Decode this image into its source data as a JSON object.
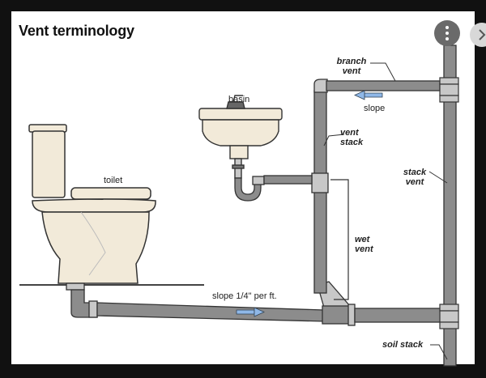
{
  "title": "Vent terminology",
  "labels": {
    "branch_vent": "branch vent",
    "slope": "slope",
    "basin": "basin",
    "vent_stack": "vent stack",
    "stack_vent": "stack vent",
    "toilet": "toilet",
    "wet_vent": "wet vent",
    "slope_per_ft": "slope 1/4\" per ft.",
    "soil_stack": "soil stack"
  },
  "icons": {
    "menu": "more-vertical-icon",
    "next": "chevron-right-icon"
  },
  "colors": {
    "pipe": "#8c8c8c",
    "pipe_fitting": "#c8c8c8",
    "fixture": "#f2ead9",
    "arrow": "#8fb8e8"
  }
}
